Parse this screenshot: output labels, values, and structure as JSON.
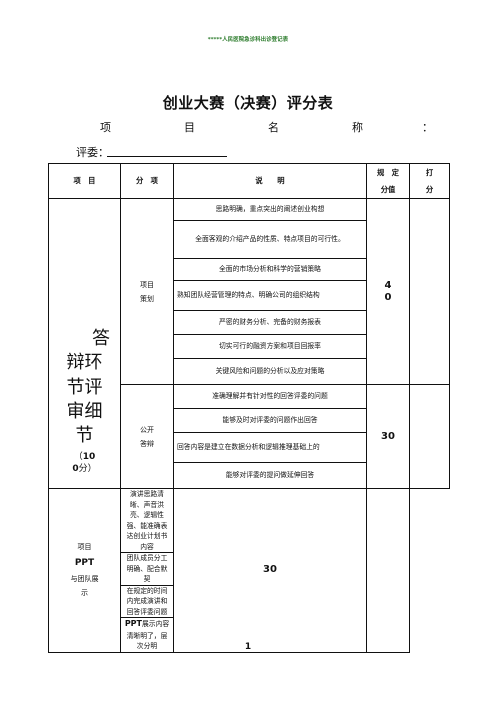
{
  "header_note": "*****人民医院急诊科出诊登记表",
  "title": "创业大赛（决赛）评分表",
  "project_label_chars": [
    "项",
    "目",
    "名",
    "称",
    "："
  ],
  "judge_label": "评委：",
  "table": {
    "headers": {
      "item": "项　目",
      "sub": "分　项",
      "desc": "说　　明",
      "score_top": "规　定",
      "score_bottom": "分值",
      "mark_top": "打",
      "mark_bottom": "分"
    },
    "group": {
      "line1": "答",
      "line2": "辩环",
      "line3": "节评",
      "line4": "审细",
      "line5": "节",
      "pts_open": "（",
      "pts_num_a": "10",
      "pts_num_b": "0",
      "pts_unit": "分）"
    },
    "sections": [
      {
        "name_line1": "项目",
        "name_line2": "策划",
        "score_line1": "4",
        "score_line2": "0",
        "rows": [
          "思路明确，重点突出的阐述创业构想",
          "全面客观的介绍产品的性质、特点项目的可行性。",
          "全面的市场分析和科学的营销策略",
          "熟知团队经营管理的特点、明确公司的组织结构",
          "严密的财务分析、完备的财务报表",
          "切实可行的融资方案和项目回报率",
          "关键风险和问题的分析以及应对策略"
        ]
      },
      {
        "name_line1": "公开",
        "name_line2": "答辩",
        "score": "30",
        "rows": [
          "准确理解并有针对性的回答评委的问题",
          "能够及时对评委的问题作出回答",
          "回答内容是建立在数据分析和逻辑推理基础上的",
          "能够对评委的提问做延伸回答"
        ]
      },
      {
        "name_line1": "项目",
        "name_line2": "PPT",
        "name_line3": "与团队展",
        "name_line4": "示",
        "score": "30",
        "rows": [
          "演讲思路清晰、声音洪亮、逻辑性强、能准确表达创业计划书内容",
          "团队成员分工明确、配合默契",
          "在规定的时间内完成演讲和回答评委问题"
        ],
        "last_row_bold": "PPT",
        "last_row_rest": "展示内容清晰明了，层次分明"
      }
    ]
  },
  "page_number": "1"
}
